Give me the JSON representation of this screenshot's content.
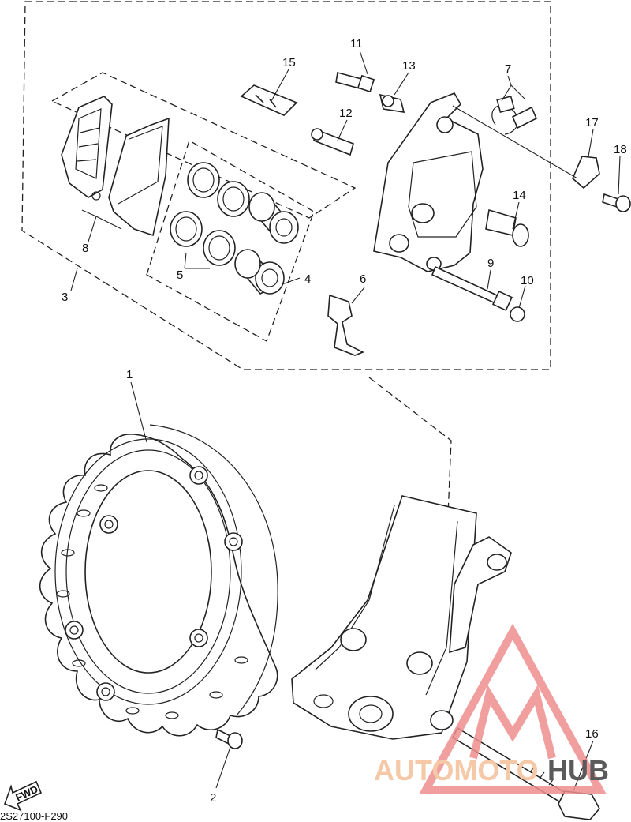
{
  "diagram": {
    "callouts": [
      "1",
      "2",
      "3",
      "4",
      "5",
      "6",
      "7",
      "8",
      "9",
      "10",
      "11",
      "12",
      "13",
      "14",
      "15",
      "16",
      "17",
      "18"
    ],
    "drawing_code": "2S27100-F290",
    "fwd_label": "FWD"
  },
  "watermark": {
    "text_a": "AUTOMOTO",
    "text_b": "HUB",
    "color_a": "#f5c9a8",
    "color_b": "#5a5a5a",
    "logo_color": "#ef8e8e"
  }
}
